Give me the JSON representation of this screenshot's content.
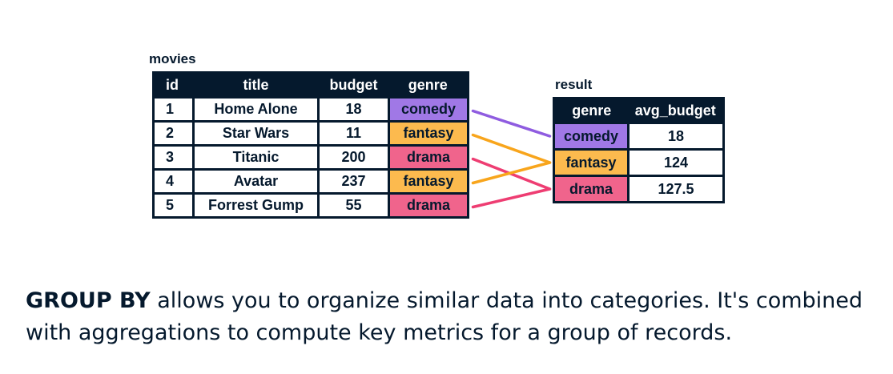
{
  "movies": {
    "label": "movies",
    "columns": [
      "id",
      "title",
      "budget",
      "genre"
    ],
    "rows": [
      {
        "id": "1",
        "title": "Home Alone",
        "budget": "18",
        "genre": "comedy"
      },
      {
        "id": "2",
        "title": "Star Wars",
        "budget": "11",
        "genre": "fantasy"
      },
      {
        "id": "3",
        "title": "Titanic",
        "budget": "200",
        "genre": "drama"
      },
      {
        "id": "4",
        "title": "Avatar",
        "budget": "237",
        "genre": "fantasy"
      },
      {
        "id": "5",
        "title": "Forrest Gump",
        "budget": "55",
        "genre": "drama"
      }
    ]
  },
  "result": {
    "label": "result",
    "columns": [
      "genre",
      "avg_budget"
    ],
    "rows": [
      {
        "genre": "comedy",
        "avg_budget": "18"
      },
      {
        "genre": "fantasy",
        "avg_budget": "124"
      },
      {
        "genre": "drama",
        "avg_budget": "127.5"
      }
    ]
  },
  "genre_colors": {
    "comedy": "#a078e6",
    "fantasy": "#fcba4e",
    "drama": "#f0648c"
  },
  "link_colors": {
    "comedy": "#8f5ce0",
    "fantasy": "#f8a51c",
    "drama": "#ee3d72"
  },
  "border_color": "#05192d",
  "caption": {
    "keyword": "GROUP BY",
    "text": " allows you to organize similar data into categories. It's combined with aggregations to compute key metrics for a group of records."
  }
}
